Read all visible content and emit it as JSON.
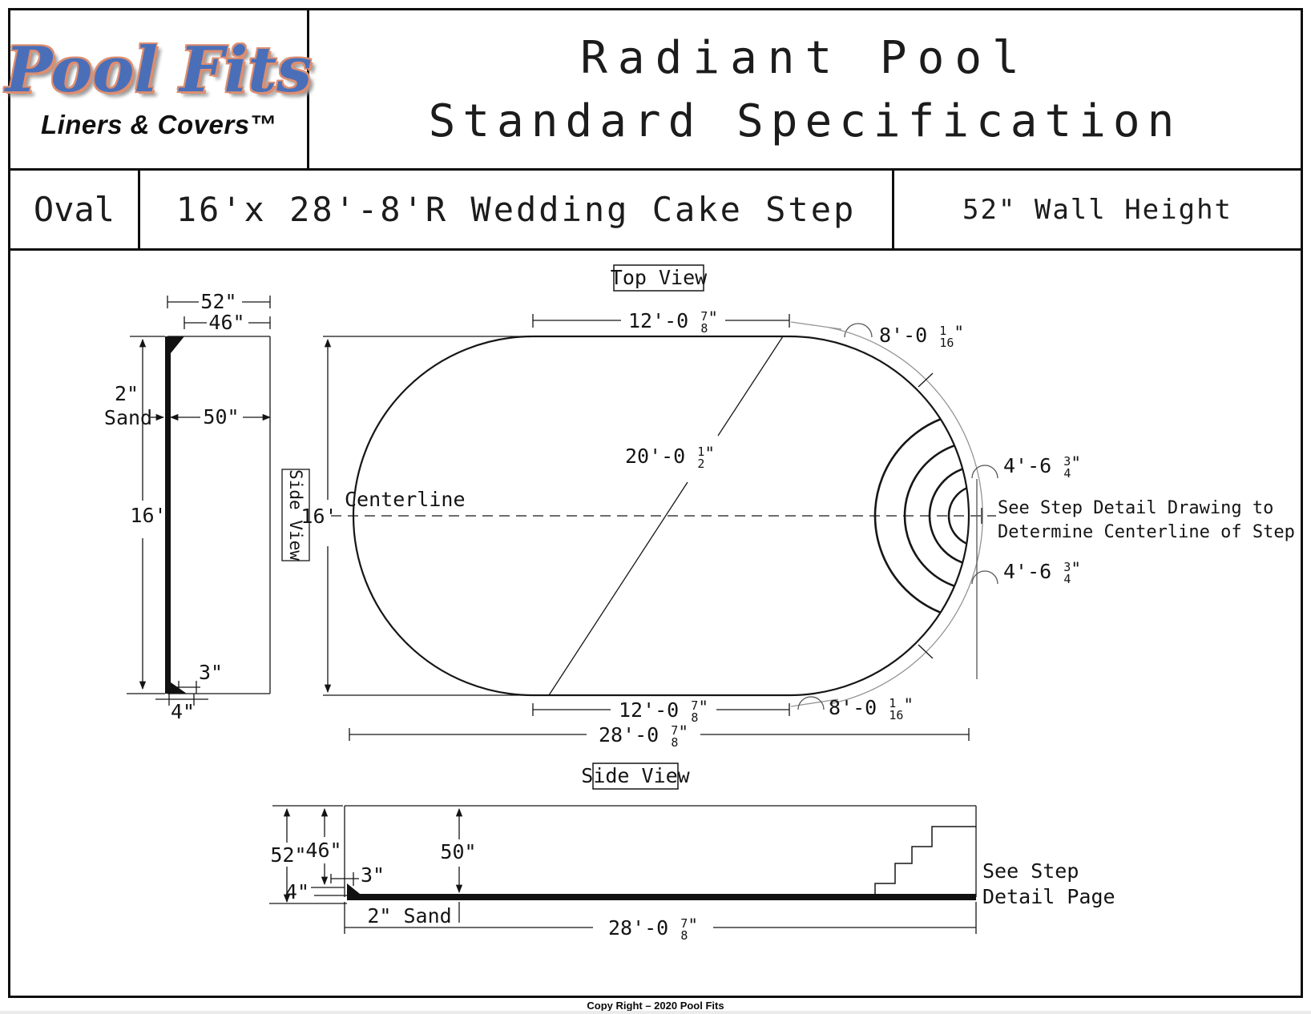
{
  "header": {
    "logo": {
      "brand": "Pool Fits",
      "tagline": "Liners & Covers™"
    },
    "title_line1": "Radiant Pool",
    "title_line2": "Standard Specification"
  },
  "spec_row": {
    "shape": "Oval",
    "model": "16'x 28'-8'R Wedding Cake Step",
    "wall_height": "52\" Wall Height"
  },
  "wall_section": {
    "view_label": "Side View",
    "dims": {
      "top_width": "52\"",
      "liner_width": "46\"",
      "sand_depth": "2\"",
      "sand_label": "Sand",
      "inner_width": "50\"",
      "length": "16'",
      "foot_inset": "3\"",
      "foot_width": "4\""
    }
  },
  "top_view": {
    "label": "Top View",
    "centerline_label": "Centerline",
    "width": "16'",
    "note_line1": "See Step Detail Drawing to",
    "note_line2": "Determine Centerline of Step",
    "dims": {
      "top_straight": {
        "feet": "12'-0",
        "num": "7",
        "den": "8",
        "unit": "\""
      },
      "bottom_straight": {
        "feet": "12'-0",
        "num": "7",
        "den": "8",
        "unit": "\""
      },
      "end_radius_top": {
        "feet": "8'-0",
        "num": "1",
        "den": "16",
        "unit": "\""
      },
      "end_radius_bottom": {
        "feet": "8'-0",
        "num": "1",
        "den": "16",
        "unit": "\""
      },
      "diagonal": {
        "feet": "20'-0",
        "num": "1",
        "den": "2",
        "unit": "\""
      },
      "step_arc_top": {
        "feet": "4'-6",
        "num": "3",
        "den": "4",
        "unit": "\""
      },
      "step_arc_bottom": {
        "feet": "4'-6",
        "num": "3",
        "den": "4",
        "unit": "\""
      },
      "overall_length": {
        "feet": "28'-0",
        "num": "7",
        "den": "8",
        "unit": "\""
      }
    }
  },
  "side_view": {
    "label": "Side View",
    "note_line1": "See Step",
    "note_line2": "Detail Page",
    "dims": {
      "wall_height": "52\"",
      "liner_height": "46\"",
      "foot_width": "4\"",
      "foot_inset": "3\"",
      "water_depth": "50\"",
      "sand": "2\" Sand",
      "overall_length": {
        "feet": "28'-0",
        "num": "7",
        "den": "8",
        "unit": "\""
      }
    }
  },
  "footer": {
    "copyright": "Copy Right – 2020 Pool Fits"
  }
}
